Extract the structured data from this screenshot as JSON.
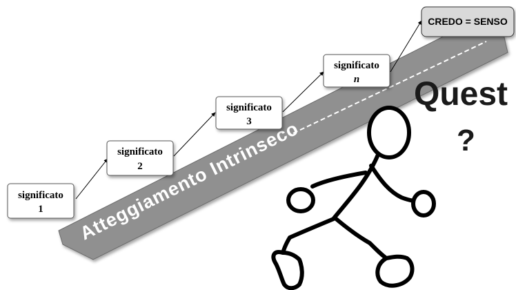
{
  "diagram": {
    "arrow_label": "Atteggiamento Intrinseco",
    "goal_label": "CREDO = SENSO",
    "quest_word": "Quest",
    "quest_question": "?",
    "steps": [
      {
        "label": "significato",
        "index": "1"
      },
      {
        "label": "significato",
        "index": "2"
      },
      {
        "label": "significato",
        "index": "3"
      },
      {
        "label": "significato",
        "index": "n"
      }
    ],
    "colors": {
      "arrow_fill": "#909090",
      "goal_box_fill": "#d9d9d9",
      "figure_stroke": "#000000"
    }
  }
}
